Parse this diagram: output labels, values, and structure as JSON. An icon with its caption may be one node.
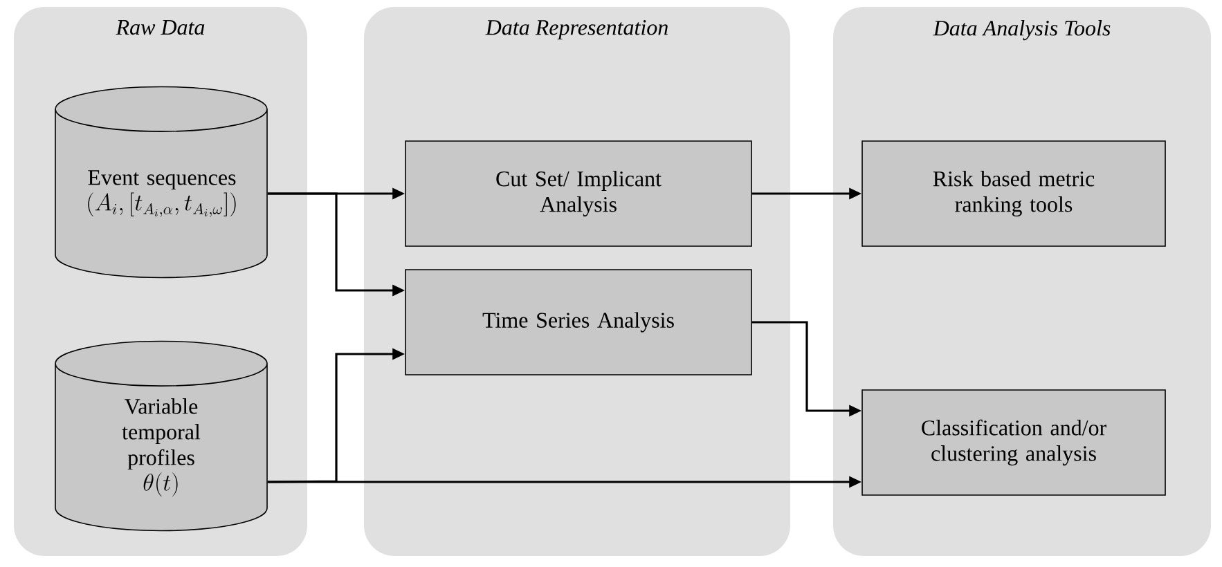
{
  "diagram": {
    "nodes": [
      {
        "text": [
          "Raw Data"
        ]
      },
      {
        "text": [
          "Event sequences",
          "\\left(A_i,\\left[t_{A_i,\\alpha},t_{A_i,\\omega}\\right]\\right)"
        ],
        "in": 0
      },
      {
        "text": [
          "Variable temporal profiles",
          "\\theta(t)"
        ],
        "in": 0
      },
      {
        "text": [
          "Data Representation"
        ]
      },
      {
        "text": [
          "Cut Set/ Implicant Analysis"
        ],
        "in": 3
      },
      {
        "text": [
          "Time Series Analysis"
        ],
        "in": 3
      },
      {
        "text": [
          "Data Analysis Tools"
        ]
      },
      {
        "text": [
          "Risk based metric ranking tools"
        ],
        "in": 6
      },
      {
        "text": [
          "Classification and/or clustering analysis"
        ],
        "in": 6
      }
    ],
    "edges": [
      {
        "from": 1,
        "to": 4,
        "arrow": "to"
      },
      {
        "from": 1,
        "to": 5,
        "arrow": "to"
      },
      {
        "from": 2,
        "to": 5,
        "arrow": "to"
      },
      {
        "from": 2,
        "to": 8,
        "arrow": "to"
      },
      {
        "from": 4,
        "to": 7,
        "arrow": "to"
      },
      {
        "from": 5,
        "to": 8,
        "arrow": "to"
      }
    ]
  }
}
